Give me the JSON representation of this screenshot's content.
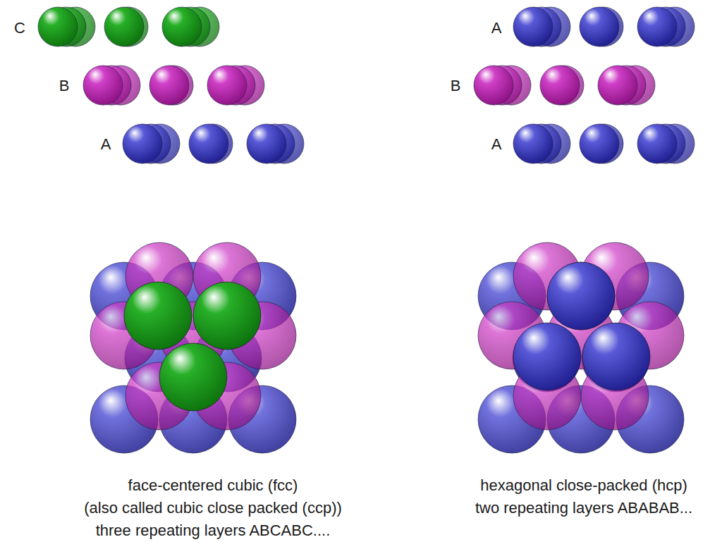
{
  "diagram": {
    "labels": [
      "C",
      "B",
      "A",
      "A",
      "B",
      "A",
      "face-centered cubic (fcc)",
      "(also called cubic close packed (ccp))",
      "three repeating layers ABCABC....",
      "hexagonal close-packed (hcp)",
      "two repeating layers ABABAB..."
    ]
  }
}
